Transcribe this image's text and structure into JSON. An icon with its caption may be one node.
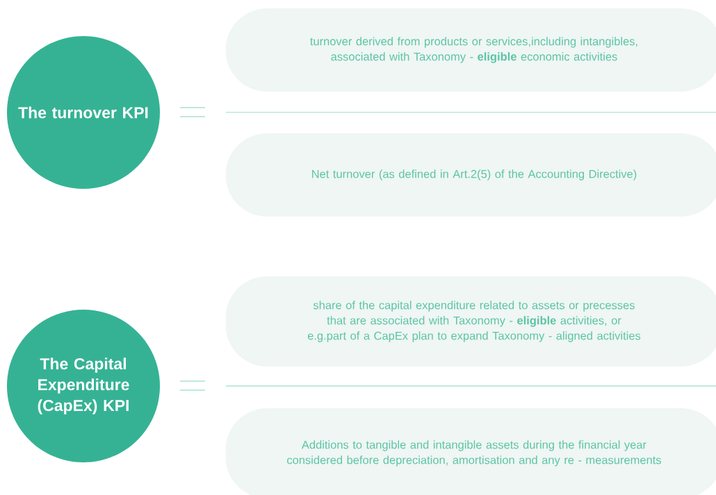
{
  "diagram": {
    "nodes": [
      {
        "text": [
          "The turnover KPI"
        ]
      },
      {
        "text": [
          "turnover derived from products or services,including intangibles, associated with Taxonomy - **eligible** economic activities"
        ]
      },
      {
        "text": [
          "Net turnover (as defined in Art.2(5) of the Accounting Directive)"
        ]
      },
      {
        "text": [
          "The Capital Expenditure (CapEx) KPI"
        ]
      },
      {
        "text": [
          "share of the capital expenditure related to assets or precesses that are associated with Taxonomy - **eligible** activities, or e.g.part of a CapEx plan to expand Taxonomy - aligned activities"
        ]
      },
      {
        "text": [
          "Additions to tangible and intangible assets during the financial year considered before depreciation, amortisation and any re - measurements"
        ]
      }
    ]
  }
}
